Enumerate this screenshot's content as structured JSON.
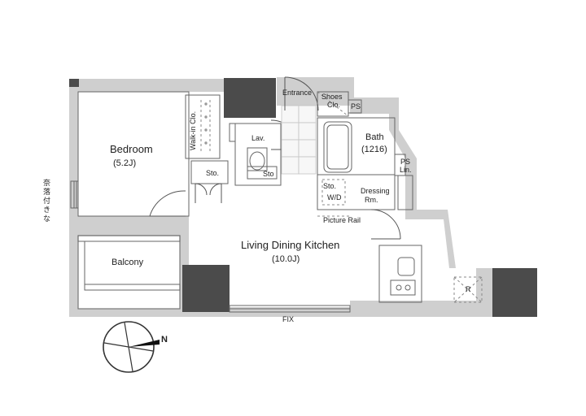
{
  "labels": {
    "entrance": "Entrance",
    "shoes_clo": "Shoes\nClo.",
    "ps_top": "PS",
    "walk_in_clo": "Walk-in Clo.",
    "bedroom": "Bedroom",
    "bedroom_size": "(5.2J)",
    "lav": "Lav.",
    "sto_bedroom": "Sto.",
    "sto_toilet": "Sto",
    "bath": "Bath",
    "bath_size": "(1216)",
    "ps_right": "PS",
    "lin": "Lin.",
    "sto_wd": "Sto.",
    "wd": "W/D",
    "dressing": "Dressing",
    "dressing_rm": "Rm.",
    "picture_rail": "Picture Rail",
    "ldk": "Living Dining Kitchen",
    "ldk_size": "(10.0J)",
    "balcony": "Balcony",
    "r": "R",
    "fix": "FIX",
    "left_vertical": "奈落付\nきな"
  },
  "compass": {
    "north": "N"
  },
  "colors": {
    "dark_wall": "#4b4b4b",
    "light_wall": "#cfcfcf",
    "mid_wall": "#bdbdbd",
    "line": "#555555"
  }
}
